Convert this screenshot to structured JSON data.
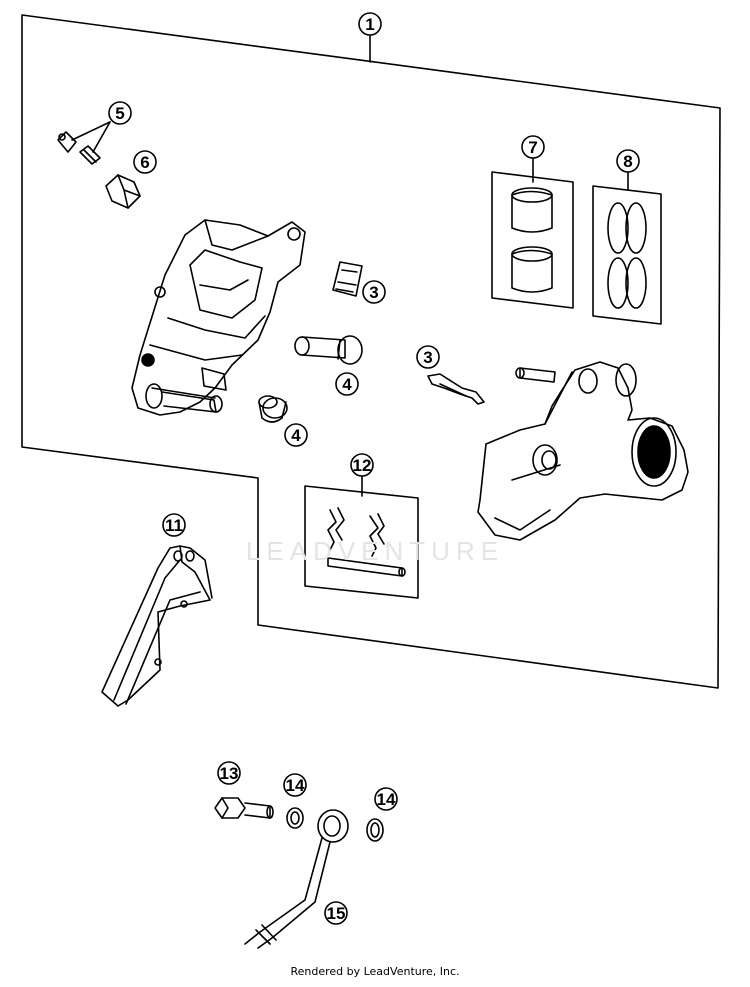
{
  "diagram": {
    "callouts": {
      "c1": "1",
      "c3a": "3",
      "c3b": "3",
      "c4a": "4",
      "c4b": "4",
      "c5": "5",
      "c6": "6",
      "c7": "7",
      "c8": "8",
      "c11": "11",
      "c12": "12",
      "c13": "13",
      "c14a": "14",
      "c14b": "14",
      "c15": "15"
    },
    "watermark": "LEADVENTURE",
    "footer": "Rendered by LeadVenture, Inc."
  }
}
